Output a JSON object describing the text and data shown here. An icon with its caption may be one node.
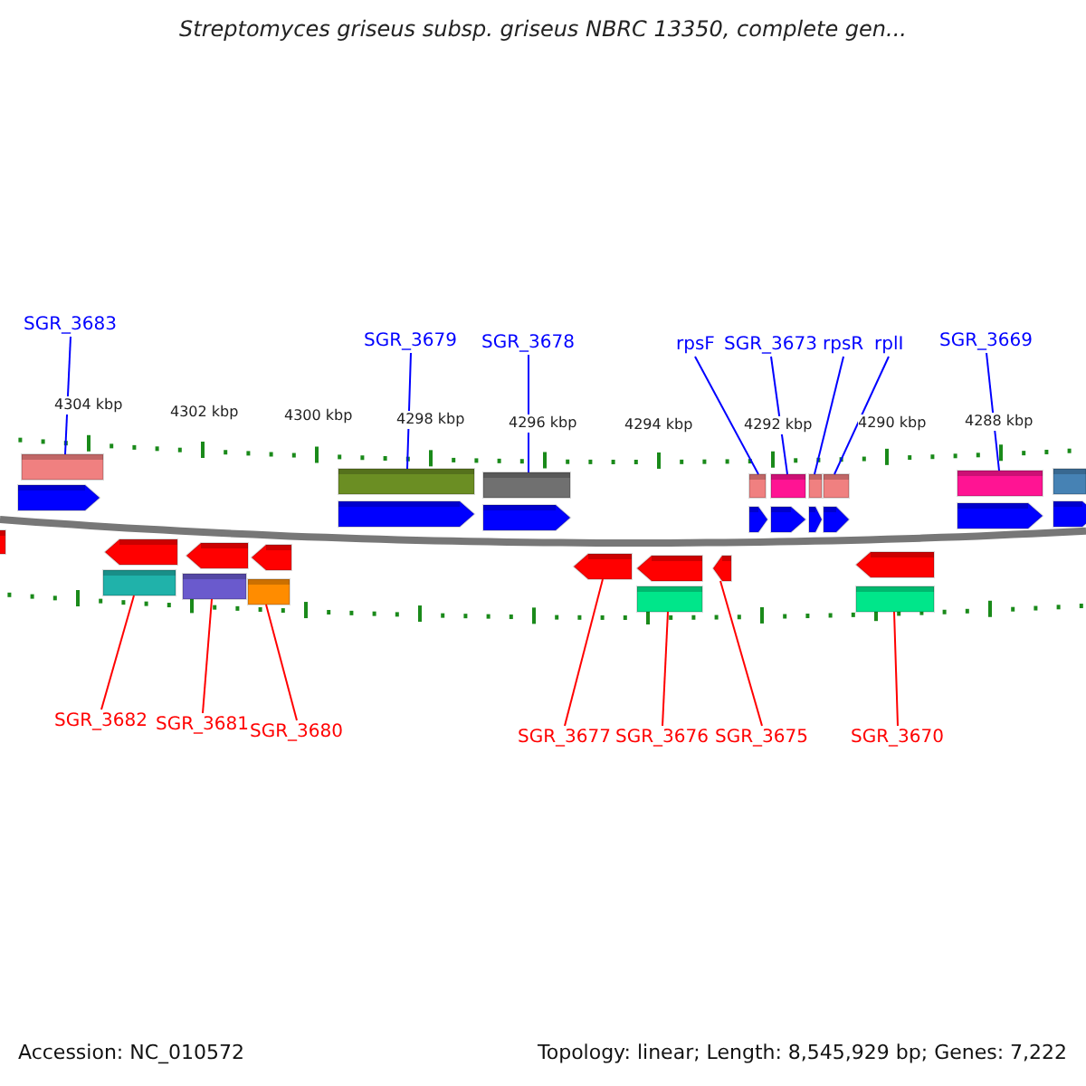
{
  "diagram": {
    "title": "Streptomyces griseus subsp. griseus NBRC 13350, complete gen...",
    "nodes": [
      {
        "text": [
          "SGR_3683"
        ]
      },
      {
        "text": [
          "SGR_3679"
        ]
      },
      {
        "text": [
          "SGR_3678"
        ]
      },
      {
        "text": [
          "rpsF"
        ]
      },
      {
        "text": [
          "SGR_3673"
        ]
      },
      {
        "text": [
          "rpsR"
        ]
      },
      {
        "text": [
          "rplI"
        ]
      },
      {
        "text": [
          "SGR_3669"
        ]
      },
      {
        "text": [
          "SGR_3682"
        ]
      },
      {
        "text": [
          "SGR_3681"
        ]
      },
      {
        "text": [
          "SGR_3680"
        ]
      },
      {
        "text": [
          "SGR_3677"
        ]
      },
      {
        "text": [
          "SGR_3676"
        ]
      },
      {
        "text": [
          "SGR_3675"
        ]
      },
      {
        "text": [
          "SGR_3670"
        ]
      },
      {
        "text": [],
        "shape": "bar"
      },
      {
        "text": [],
        "shape": "bar"
      },
      {
        "text": [],
        "shape": "bar"
      },
      {
        "text": [],
        "shape": "bar"
      },
      {
        "text": [],
        "shape": "bar"
      },
      {
        "text": [],
        "shape": "bar"
      },
      {
        "text": [],
        "shape": "bar"
      },
      {
        "text": [],
        "shape": "bar"
      },
      {
        "text": [],
        "shape": "bar"
      },
      {
        "text": [],
        "shape": "arrow"
      },
      {
        "text": [],
        "shape": "arrow"
      },
      {
        "text": [],
        "shape": "arrow"
      },
      {
        "text": [],
        "shape": "arrow"
      },
      {
        "text": [],
        "shape": "arrow"
      },
      {
        "text": [],
        "shape": "arrow"
      },
      {
        "text": [],
        "shape": "arrow"
      },
      {
        "text": [],
        "shape": "arrow"
      },
      {
        "text": [],
        "shape": "arrow"
      },
      {
        "text": [],
        "shape": "bar"
      },
      {
        "text": [],
        "shape": "arrow"
      },
      {
        "text": [],
        "shape": "arrow"
      },
      {
        "text": [],
        "shape": "arrow"
      },
      {
        "text": [],
        "shape": "arrow"
      },
      {
        "text": [],
        "shape": "arrow"
      },
      {
        "text": [],
        "shape": "arrow"
      },
      {
        "text": [],
        "shape": "arrow"
      },
      {
        "text": [],
        "shape": "bar"
      },
      {
        "text": [],
        "shape": "bar"
      },
      {
        "text": [],
        "shape": "bar"
      },
      {
        "text": [],
        "shape": "bar"
      },
      {
        "text": [],
        "shape": "bar"
      }
    ],
    "edges": [
      {
        "from": 0,
        "to": 15,
        "arrow": "none"
      },
      {
        "from": 1,
        "to": 16,
        "arrow": "none"
      },
      {
        "from": 2,
        "to": 17,
        "arrow": "none"
      },
      {
        "from": 3,
        "to": 18,
        "arrow": "none"
      },
      {
        "from": 4,
        "to": 19,
        "arrow": "none"
      },
      {
        "from": 5,
        "to": 20,
        "arrow": "none"
      },
      {
        "from": 6,
        "to": 21,
        "arrow": "none"
      },
      {
        "from": 7,
        "to": 22,
        "arrow": "none"
      },
      {
        "from": 8,
        "to": 41,
        "arrow": "none",
        "color": "#ff0000"
      },
      {
        "from": 9,
        "to": 42,
        "arrow": "none",
        "color": "#ff0000"
      },
      {
        "from": 10,
        "to": 43,
        "arrow": "none",
        "color": "#ff0000"
      },
      {
        "from": 11,
        "to": 37,
        "arrow": "none",
        "color": "#ff0000"
      },
      {
        "from": 12,
        "to": 44,
        "arrow": "none",
        "color": "#ff0000"
      },
      {
        "from": 13,
        "to": 39,
        "arrow": "none",
        "color": "#ff0000"
      },
      {
        "from": 14,
        "to": 45,
        "arrow": "none",
        "color": "#ff0000"
      }
    ],
    "labels": [
      "4304 kbp",
      "4302 kbp",
      "4300 kbp",
      "4298 kbp",
      "4296 kbp",
      "4294 kbp",
      "4292 kbp",
      "4290 kbp",
      "4288 kbp",
      "Accession: NC_010572",
      "Topology: linear; Length: 8,545,929 bp; Genes: 7,222"
    ]
  }
}
